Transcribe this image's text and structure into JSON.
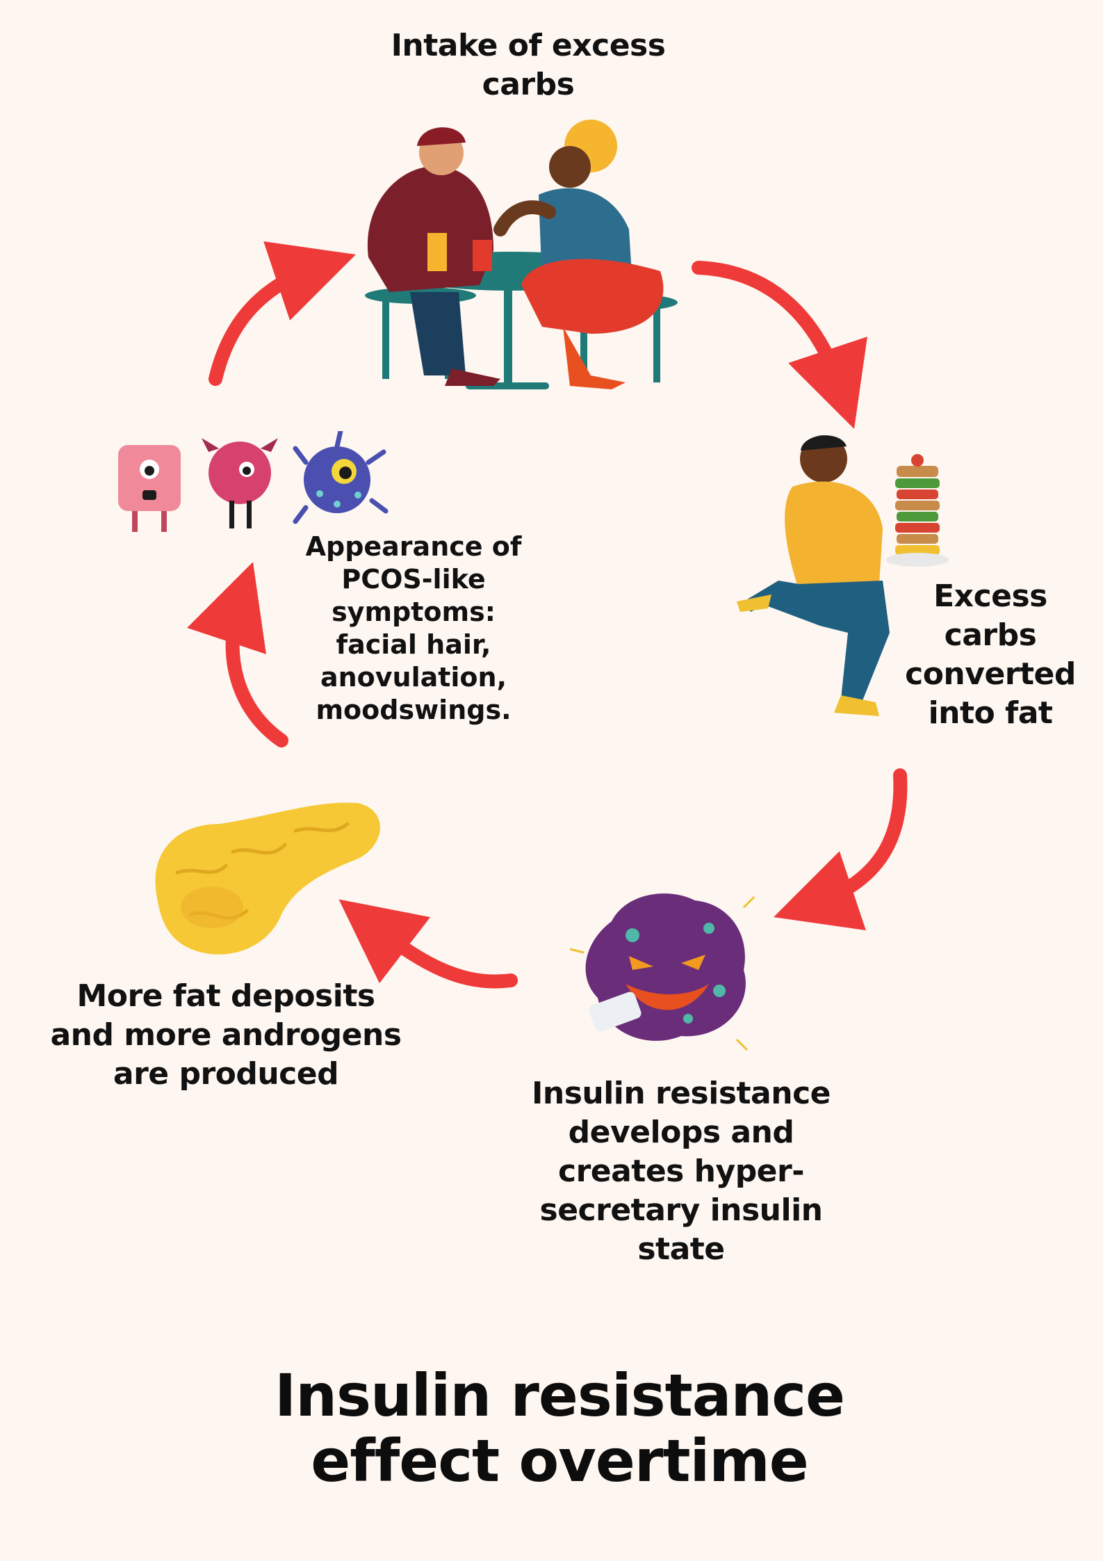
{
  "cycle": {
    "steps": {
      "intake": "Intake of excess carbs",
      "converted": "Excess carbs converted into fat",
      "insulin": "Insulin resistance develops and creates hyper-secretary insulin state",
      "fat_deposits": "More fat deposits and more androgens are produced",
      "pcos": "Appearance of PCOS-like symptoms: facial hair, anovulation, moodswings."
    }
  },
  "title": {
    "line1": "Insulin resistance",
    "line2": "effect overtime"
  },
  "colors": {
    "background": "#fdf6f1",
    "arrow": "#ef3a3a"
  },
  "icons": [
    "people-eating-illustration",
    "man-with-sandwich-illustration",
    "virus-insulin-illustration",
    "pancreas-illustration",
    "monsters-illustration"
  ]
}
